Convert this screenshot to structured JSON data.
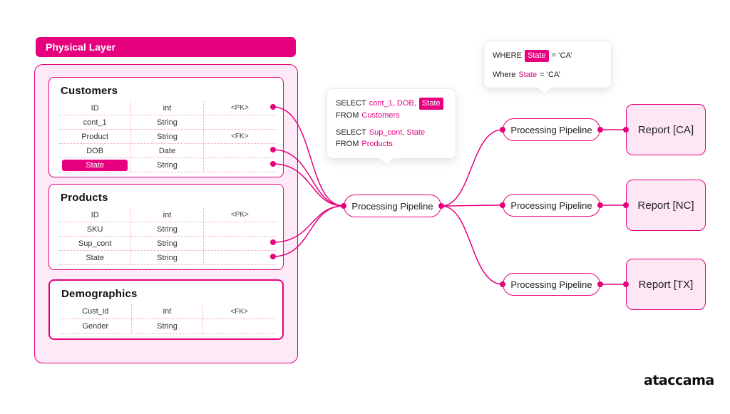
{
  "colors": {
    "accent": "#e6007e",
    "container_pink": "#fdeaf6",
    "report_pink": "#fde7f4",
    "dark_text": "#1a1a1a"
  },
  "header": {
    "title": "Physical Layer"
  },
  "tables": {
    "customers": {
      "title": "Customers",
      "rows": [
        {
          "name": "ID",
          "type": "int",
          "key": "<PK>"
        },
        {
          "name": "cont_1",
          "type": "String",
          "key": ""
        },
        {
          "name": "Product",
          "type": "String",
          "key": "<FK>"
        },
        {
          "name": "DOB",
          "type": "Date",
          "key": ""
        },
        {
          "name": "State",
          "type": "String",
          "key": ""
        }
      ]
    },
    "products": {
      "title": "Products",
      "rows": [
        {
          "name": "ID",
          "type": "int",
          "key": "<PK>"
        },
        {
          "name": "SKU",
          "type": "String",
          "key": ""
        },
        {
          "name": "Sup_cont",
          "type": "String",
          "key": ""
        },
        {
          "name": "State",
          "type": "String",
          "key": ""
        }
      ]
    },
    "demographics": {
      "title": "Demographics",
      "rows": [
        {
          "name": "Cust_id",
          "type": "int",
          "key": "<FK>"
        },
        {
          "name": "Gender",
          "type": "String",
          "key": ""
        }
      ]
    }
  },
  "sql_tooltip": {
    "select1_kw": "SELECT",
    "select1_fields": "cont_1, DOB,",
    "select1_highlight": "State",
    "from1_kw": "FROM",
    "from1_table": "Customers",
    "select2_kw": "SELECT",
    "select2_fields": "Sup_cont, State",
    "from2_kw": "FROM",
    "from2_table": "Products"
  },
  "where_tooltip": {
    "line1_kw": "WHERE",
    "line1_field": "State",
    "line1_rest": "= ‘CA’",
    "line2_kw": "Where",
    "line2_field": "State",
    "line2_rest": "= ‘CA’"
  },
  "pipelines": {
    "main": "Processing Pipeline",
    "top": "Processing Pipeline",
    "middle": "Processing Pipeline",
    "bottom": "Processing Pipeline"
  },
  "reports": {
    "ca": "Report [CA]",
    "nc": "Report [NC]",
    "tx": "Report [TX]"
  },
  "logo": "ataccama"
}
